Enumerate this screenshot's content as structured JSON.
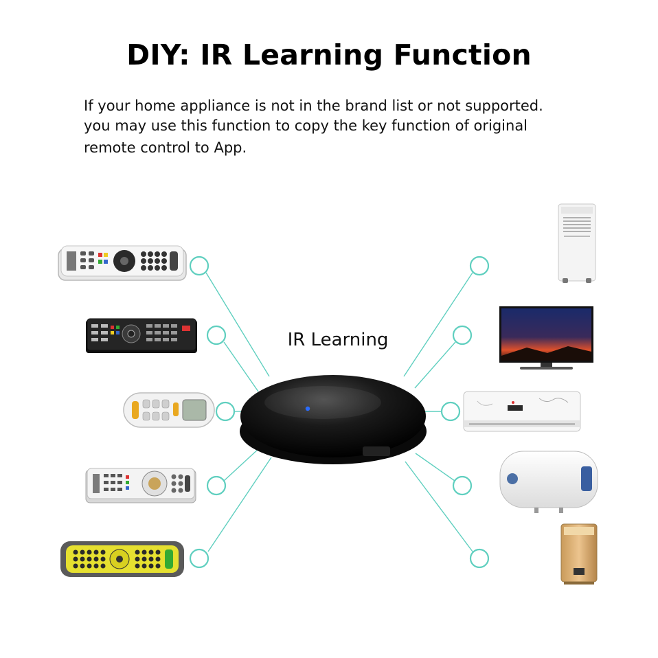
{
  "title": "DIY: IR Learning Function",
  "description": [
    "If your home appliance is not in the brand list or not supported.",
    "you may use this function to copy the key function of original",
    "remote control to App."
  ],
  "hub": {
    "label": "IR Learning",
    "led_color": "#2a6cff"
  },
  "connector_color": "#5fcfbf",
  "remotes": [
    {
      "icon": "tv-remote-white-icon"
    },
    {
      "icon": "tv-remote-black-icon"
    },
    {
      "icon": "ac-remote-white-icon"
    },
    {
      "icon": "set-top-remote-white-icon"
    },
    {
      "icon": "universal-remote-yellow-icon"
    }
  ],
  "appliances": [
    {
      "icon": "portable-air-conditioner-icon"
    },
    {
      "icon": "tv-icon"
    },
    {
      "icon": "split-air-conditioner-icon"
    },
    {
      "icon": "water-heater-icon"
    },
    {
      "icon": "air-purifier-icon"
    }
  ]
}
